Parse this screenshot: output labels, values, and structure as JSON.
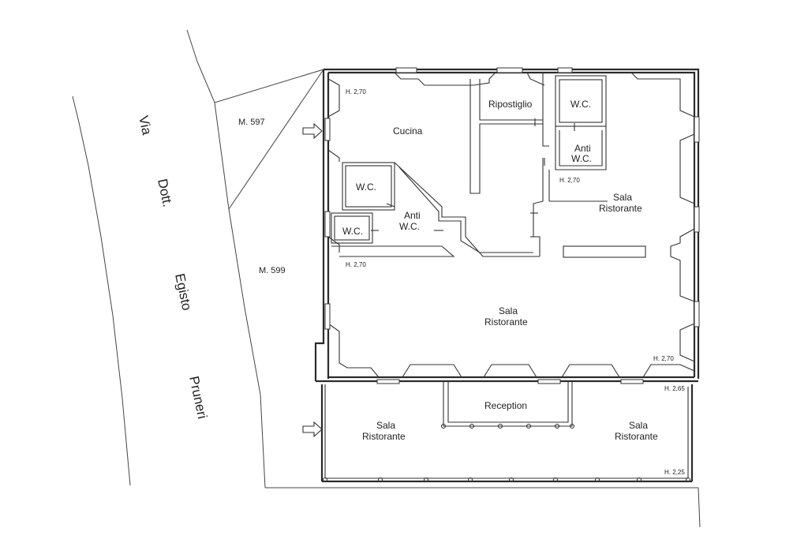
{
  "street": {
    "word1": "Via",
    "word2": "Dott.",
    "word3": "Egisto",
    "word4": "Pruneri"
  },
  "parcels": {
    "p597": "M. 597",
    "p599": "M. 599"
  },
  "rooms": {
    "cucina": "Cucina",
    "ripostiglio": "Ripostiglio",
    "wc_top": "W.C.",
    "anti_wc_top_1": "Anti",
    "anti_wc_top_2": "W.C.",
    "wc_mid": "W.C.",
    "wc_low": "W.C.",
    "anti_wc_mid_1": "Anti",
    "anti_wc_mid_2": "W.C.",
    "sala_right_1": "Sala",
    "sala_right_2": "Ristorante",
    "sala_center_1": "Sala",
    "sala_center_2": "Ristorante",
    "reception": "Reception",
    "sala_bl_1": "Sala",
    "sala_bl_2": "Ristorante",
    "sala_br_1": "Sala",
    "sala_br_2": "Ristorante"
  },
  "heights": {
    "h_cucina": "H. 2,70",
    "h_sala_right": "H. 2,70",
    "h_sala_center": "H. 2,70",
    "h_sala_center_br": "H. 2,70",
    "h_veranda_top": "H. 2,65",
    "h_veranda_bottom": "H. 2,25"
  },
  "icons": [
    "entrance-arrow-icon",
    "window-icon",
    "door-icon"
  ],
  "colors": {
    "line": "#2b2b2b",
    "background": "#ffffff"
  }
}
